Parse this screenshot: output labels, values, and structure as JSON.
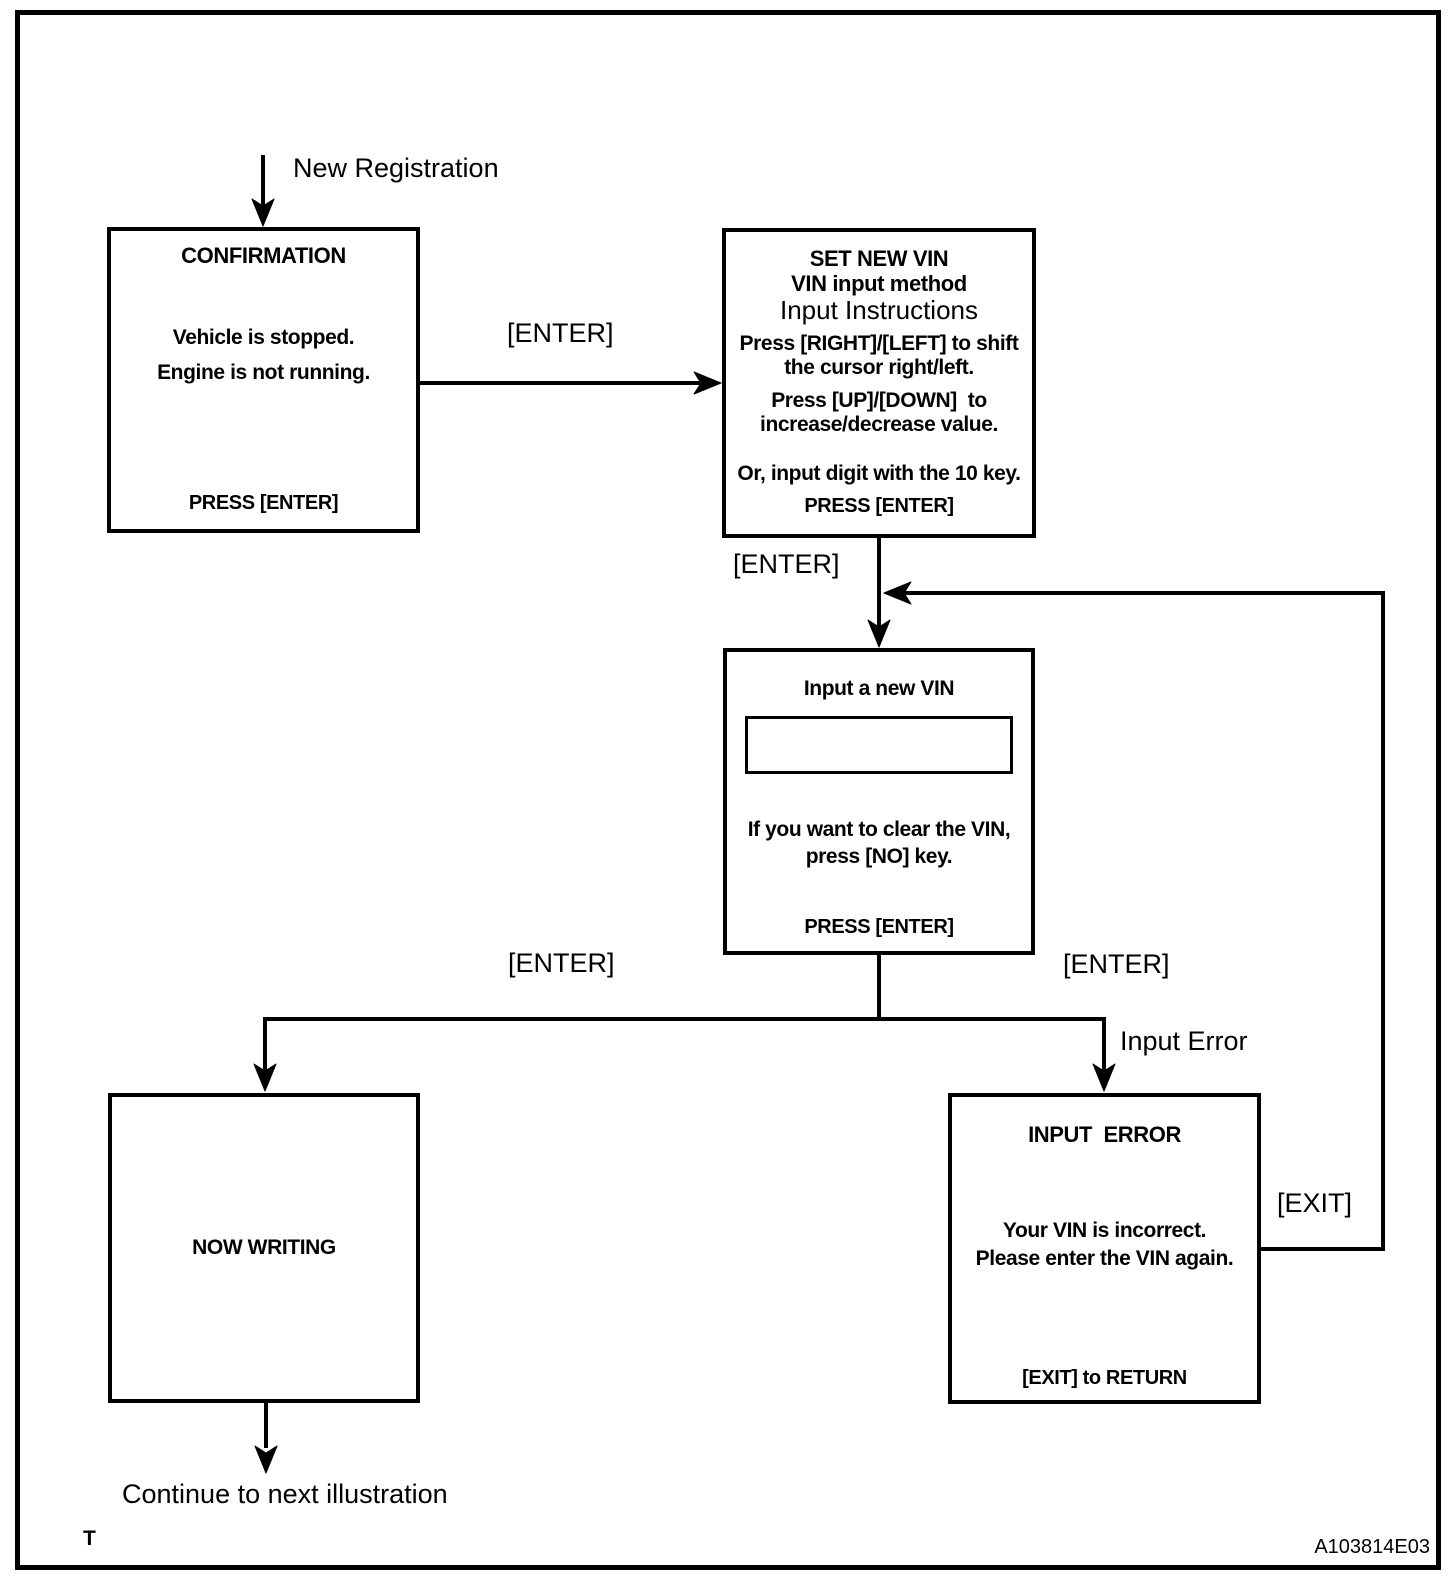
{
  "labels": {
    "new_registration": "New Registration",
    "enter": "[ENTER]",
    "input_error": "Input Error",
    "exit": "[EXIT]",
    "continue_next": "Continue to next illustration"
  },
  "boxes": {
    "confirmation": {
      "title": "CONFIRMATION",
      "line1": "Vehicle is stopped.",
      "line2": "Engine is not running.",
      "footer": "PRESS [ENTER]"
    },
    "set_new_vin": {
      "title": "SET NEW VIN",
      "subtitle": "VIN input method",
      "heading": "Input Instructions",
      "line1": "Press [RIGHT]/[LEFT] to shift",
      "line2": "the cursor right/left.",
      "line3": "Press [UP]/[DOWN]  to",
      "line4": "increase/decrease value.",
      "line5": "Or, input digit with the 10 key.",
      "footer": "PRESS [ENTER]"
    },
    "input_new_vin": {
      "title": "Input a new VIN",
      "vin_value": "",
      "line1": "If you want to clear the VIN,",
      "line2": "press [NO] key.",
      "footer": "PRESS [ENTER]"
    },
    "now_writing": {
      "title": "NOW WRITING"
    },
    "input_error": {
      "title": "INPUT  ERROR",
      "line1": "Your VIN is incorrect.",
      "line2": "Please enter the VIN again.",
      "footer": "[EXIT] to RETURN"
    }
  },
  "marks": {
    "page_mark": "T",
    "figure_id": "A103814E03"
  },
  "colors": {
    "ink": "#000000",
    "background": "#ffffff"
  }
}
